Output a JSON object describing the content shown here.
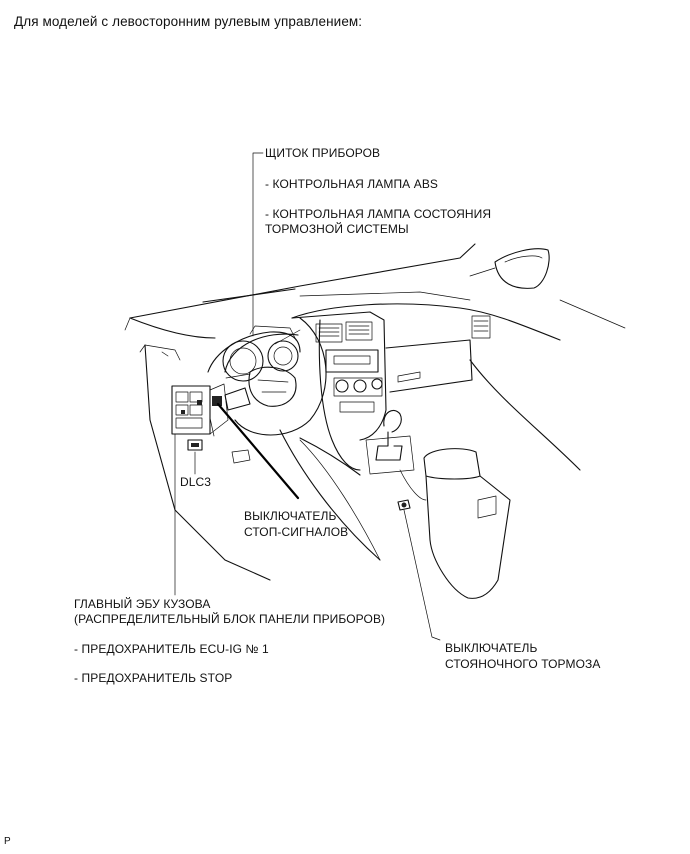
{
  "title": "Для моделей с левосторонним рулевым управлением:",
  "labels": {
    "cluster": "ЩИТОК ПРИБОРОВ",
    "cluster_item1": "- КОНТРОЛЬНАЯ ЛАМПА ABS",
    "cluster_item2_line1": "- КОНТРОЛЬНАЯ ЛАМПА СОСТОЯНИЯ",
    "cluster_item2_line2": "ТОРМОЗНОЙ СИСТЕМЫ",
    "dlc3": "DLC3",
    "stop_switch_line1": "ВЫКЛЮЧАТЕЛЬ",
    "stop_switch_line2": "СТОП-СИГНАЛОВ",
    "main_ecu_line1": "ГЛАВНЫЙ ЭБУ КУЗОВА",
    "main_ecu_line2": "(РАСПРЕДЕЛИТЕЛЬНЫЙ БЛОК ПАНЕЛИ ПРИБОРОВ)",
    "fuse1": "- ПРЕДОХРАНИТЕЛЬ ECU-IG № 1",
    "fuse2": "- ПРЕДОХРАНИТЕЛЬ STOP",
    "parking_line1": "ВЫКЛЮЧАТЕЛЬ",
    "parking_line2": "СТОЯНОЧНОГО ТОРМОЗА"
  },
  "footer_mark": "P"
}
